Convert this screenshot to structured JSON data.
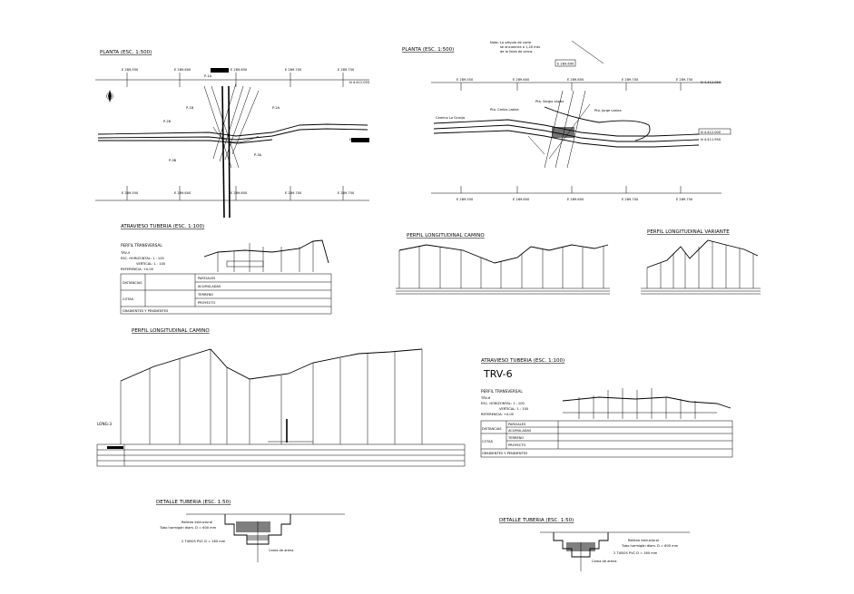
{
  "sheet": {
    "planta_left": {
      "title": "PLANTA (ESC. 1:500)",
      "grid_top": [
        "E 289.550",
        "E 289.600",
        "E 289.650",
        "E 289.700",
        "E 289.750"
      ],
      "grid_bottom": [
        "E 289.550",
        "E 289.600",
        "E 289.650",
        "E 289.700",
        "E 289.750"
      ],
      "north_labels": [
        "N 4.412.050",
        "N 4.412.000"
      ],
      "profile_tags": [
        "P-1A",
        "P-1B",
        "P-2A",
        "P-2B",
        "P-3A",
        "P-3B"
      ]
    },
    "planta_right": {
      "title": "PLANTA (ESC. 1:500)",
      "note": [
        "Nota: La válvula de corte",
        "se encuentra a 1,20 mts",
        "de la línea de cerca."
      ],
      "box_label": "E 289.690",
      "grid_top": [
        "E 289.550",
        "E 289.600",
        "E 289.650",
        "E 289.700",
        "E 289.750"
      ],
      "grid_bottom": [
        "E 289.550",
        "E 289.600",
        "E 289.650",
        "E 289.700",
        "E 289.750"
      ],
      "north_labels": [
        "N 4.412.050",
        "N 4.412.000",
        "N 4.411.950"
      ],
      "road_labels": [
        "Camino La Granja",
        "Pta. Carlos Lastra",
        "Pta. Sergio López",
        "Pta. Jorge Lastra"
      ]
    },
    "atravieso_1": {
      "title": "ATRAVIESO TUBERIA (ESC. 1:100)",
      "sub_title": "PERFIL TRANSVERSAL",
      "meta": [
        "TRV-5",
        "ESC. HORIZONTAL: 1 : 100",
        "VERTICAL: 1 : 100",
        "REFERENCIA:   +0.00"
      ],
      "rows": [
        "PARCIALES",
        "ACUMULADAS",
        "TERRENO",
        "PROYECTO",
        "GRADIENTES Y PENDIENTES"
      ],
      "groups": [
        "DISTANCIAS",
        "COTAS"
      ]
    },
    "perfil_camino_small": {
      "title": "PERFIL LONGITUDINAL CAMINO"
    },
    "perfil_variante": {
      "title": "PERFIL LONGITUDINAL VARIANTE"
    },
    "perfil_camino_large": {
      "title": "PERFIL LONGITUDINAL CAMINO",
      "tag": "LONG-3"
    },
    "atravieso_2": {
      "title": "ATRAVIESO TUBERIA (ESC. 1:100)",
      "code": "TRV-6",
      "sub_title": "PERFIL TRANSVERSAL",
      "meta": [
        "TRV-6",
        "ESC. HORIZONTAL: 1 : 100",
        "VERTICAL: 1 : 100",
        "REFERENCIA:   +0.00"
      ],
      "rows": [
        "PARCIALES",
        "ACUMULADAS",
        "TERRENO",
        "PROYECTO",
        "GRADIENTES Y PENDIENTES"
      ],
      "groups": [
        "DISTANCIAS",
        "COTAS"
      ]
    },
    "detalle_1": {
      "title": "DETALLE TUBERIA (ESC. 1:50)",
      "notes": [
        "Relleno estructural",
        "Tubo hormigón diam. D = 600 mm",
        "2 TUBOS PVC D = 160 mm",
        "Cama de arena"
      ]
    },
    "detalle_2": {
      "title": "DETALLE TUBERIA (ESC. 1:50)",
      "notes": [
        "Relleno estructural",
        "Tubo hormigón diam. D = 600 mm",
        "2 TUBOS PVC D = 160 mm",
        "Cama de arena"
      ]
    }
  },
  "colors": {
    "ink": "#000000",
    "paper": "#ffffff"
  }
}
